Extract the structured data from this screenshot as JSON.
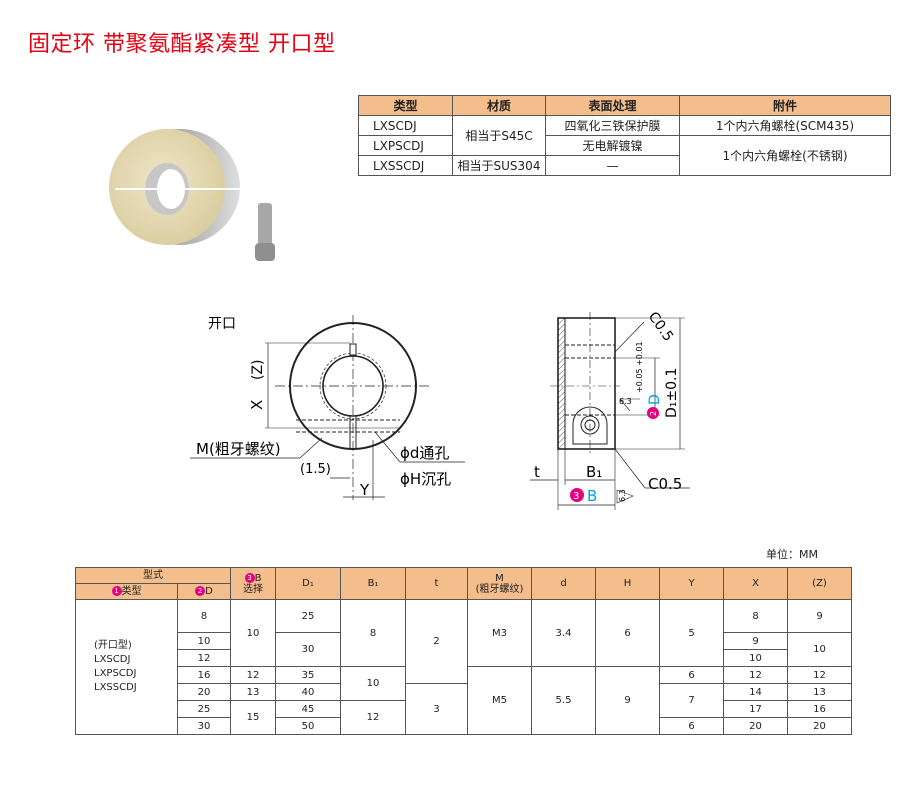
{
  "title": "固定环 带聚氨酯紧凑型 开口型",
  "materials_table": {
    "headers": [
      "类型",
      "材质",
      "表面处理",
      "附件"
    ],
    "rows": [
      {
        "type": "LXSCDJ",
        "material": "相当于S45C",
        "surface": "四氧化三铁保护膜",
        "accessory": "1个内六角螺栓(SCM435)"
      },
      {
        "type": "LXPSCDJ",
        "surface": "无电解镀镍",
        "accessory": "1个内六角螺栓(不锈钢)"
      },
      {
        "type": "LXSSCDJ",
        "material": "相当于SUS304",
        "surface": "—"
      }
    ]
  },
  "front_view": {
    "open_label": "开口",
    "x_label": "X",
    "z_label": "(Z)",
    "m_label": "M(粗牙螺纹)",
    "gap_label": "(1.5)",
    "d_label": "ϕd通孔",
    "h_label": "ϕH沉孔",
    "y_label": "Y"
  },
  "side_view": {
    "chamfer_top": "C0.5",
    "chamfer_bottom": "C0.5",
    "d1_label": "D₁±0.1",
    "d_label": "D",
    "d_tol": "+0.05 +0.01",
    "d_badge": "2",
    "roughness_1": "6.3",
    "roughness_2": "6.3",
    "b1_label": "B₁",
    "t_label": "t",
    "b_label": "B",
    "b_badge": "3"
  },
  "unit": "单位：MM",
  "spec_table": {
    "group_header": "型式",
    "type_header": "类型",
    "type_badge": "1",
    "d_header": "D",
    "d_badge": "2",
    "b_header": "B",
    "b_sub": "选择",
    "b_badge": "3",
    "d1_header": "D₁",
    "b1_header": "B₁",
    "t_header": "t",
    "m_header": "M",
    "m_sub": "(粗牙螺纹)",
    "dd_header": "d",
    "h_header": "H",
    "y_header": "Y",
    "x_header": "X",
    "z_header": "(Z)",
    "type_lines": [
      "(开口型)",
      "LXSCDJ",
      "LXPSCDJ",
      "LXSSCDJ"
    ],
    "D": [
      "8",
      "10",
      "12",
      "16",
      "20",
      "25",
      "30"
    ],
    "B": [
      "10",
      "12",
      "13",
      "15"
    ],
    "D1": [
      "25",
      "30",
      "35",
      "40",
      "45",
      "50"
    ],
    "B1": [
      "8",
      "10",
      "12"
    ],
    "t": [
      "2",
      "3"
    ],
    "M": [
      "M3",
      "M5"
    ],
    "d": [
      "3.4",
      "5.5"
    ],
    "H": [
      "6",
      "9"
    ],
    "Y": [
      "5",
      "6",
      "7",
      "6"
    ],
    "X": [
      "8",
      "9",
      "10",
      "12",
      "14",
      "17",
      "20"
    ],
    "Z": [
      "9",
      "10",
      "12",
      "13",
      "16",
      "20"
    ]
  },
  "colors": {
    "title": "#e60012",
    "header_bg": "#f4bd8c",
    "badge": "#e4007f",
    "dim_blue": "#00a0e9"
  }
}
